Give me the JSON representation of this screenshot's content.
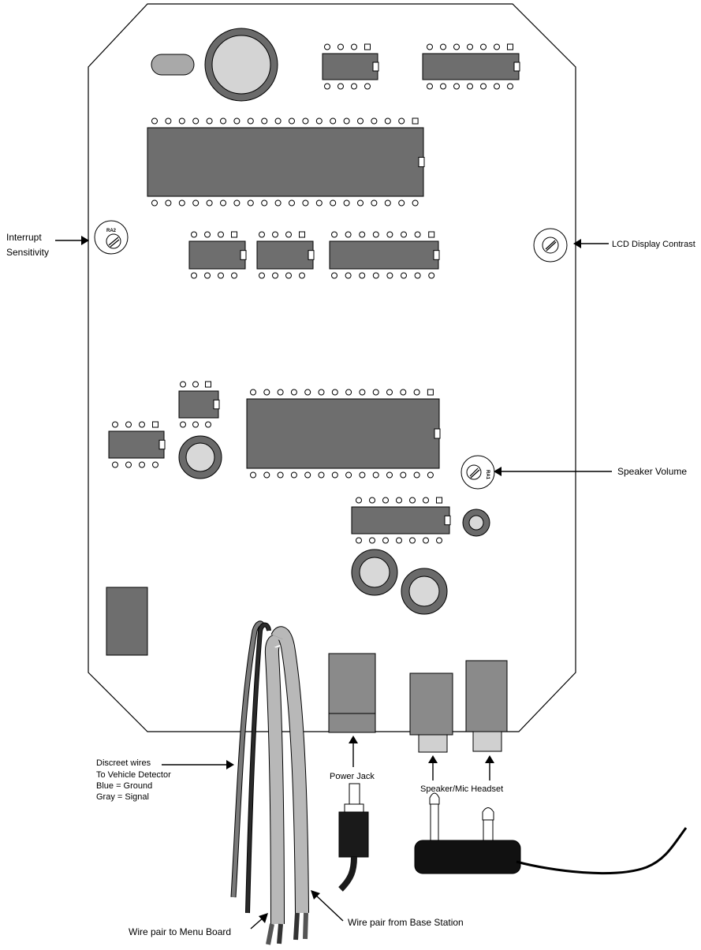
{
  "labels": {
    "interrupt_line1": "Interrupt",
    "interrupt_line2": "Sensitivity",
    "lcd_contrast": "LCD Display Contrast",
    "speaker_volume": "Speaker Volume",
    "power_jack": "Power Jack",
    "headset": "Speaker/Mic Headset",
    "discreet_line1": "Discreet wires",
    "discreet_line2": "To Vehicle Detector",
    "discreet_line3": "Blue = Ground",
    "discreet_line4": "Gray = Signal",
    "wire_menu_board": "Wire pair to Menu Board",
    "wire_base_station": "Wire pair from Base Station"
  },
  "pot_markings": {
    "ra2": "RA2",
    "ra1": "RA1"
  },
  "colors": {
    "chip": "#6e6e6e",
    "board_outline": "#000000",
    "capacitor_fill": "#d4d4d4",
    "capacitor_ring": "#6a6a6a",
    "wire_light": "#b8b8b8",
    "wire_dark": "#2a2a2a",
    "wire_gray": "#7a7a7a",
    "jack": "#8a8a8a",
    "plug_cap": "#d0d0d0"
  }
}
